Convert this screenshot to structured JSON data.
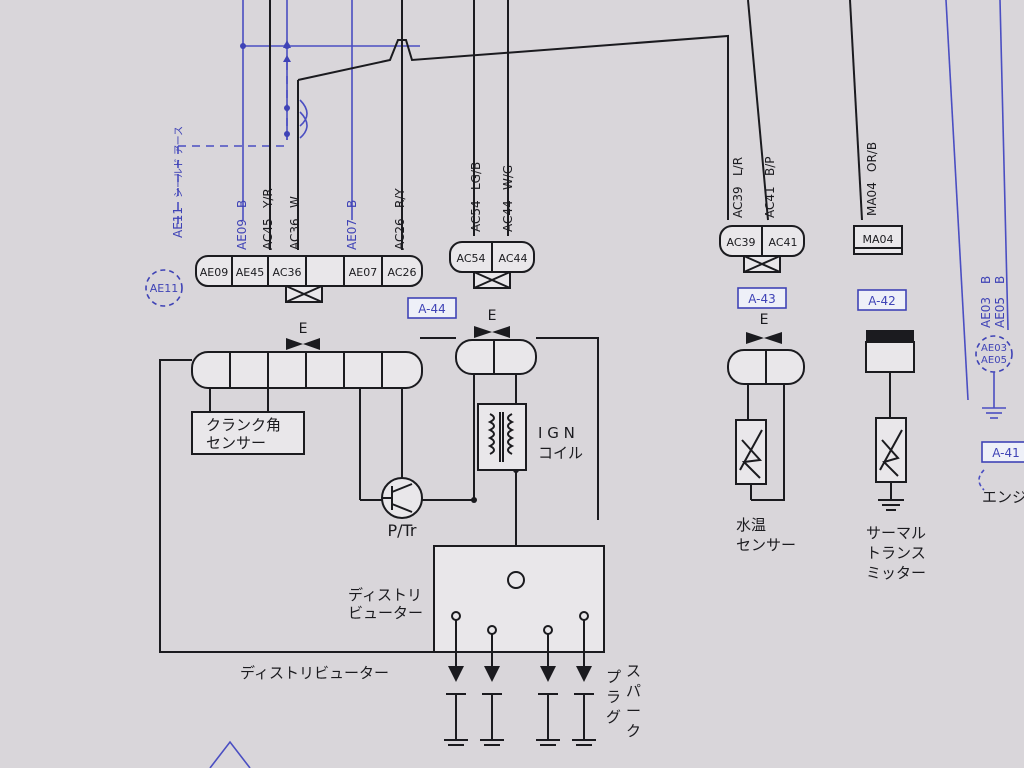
{
  "colors": {
    "ink": "#1b1b1f",
    "blue": "#3f43b6",
    "paper": "#d9d6da"
  },
  "connector_left": {
    "pins": [
      "AE09",
      "AE45",
      "AC36",
      "",
      "AE07",
      "AC26"
    ],
    "wires": [
      {
        "code": "AE09",
        "color": "B",
        "blue": true
      },
      {
        "code": "AC45",
        "color": "Y/R",
        "blue": false
      },
      {
        "code": "AC36",
        "color": "W",
        "blue": false
      },
      {
        "code": "AE07",
        "color": "B",
        "blue": true
      },
      {
        "code": "AC26",
        "color": "R/Y",
        "blue": false
      }
    ]
  },
  "connector_mid": {
    "pins": [
      "AC54",
      "AC44"
    ],
    "wires": [
      {
        "code": "AC54",
        "color": "LG/B"
      },
      {
        "code": "AC44",
        "color": "W/G"
      }
    ]
  },
  "connector_right": {
    "pins": [
      "AC39",
      "AC41"
    ],
    "wires": [
      {
        "code": "AC39",
        "color": "L/R"
      },
      {
        "code": "AC41",
        "color": "B/P"
      }
    ]
  },
  "connector_ma": {
    "pins": [
      "MA04"
    ],
    "wire": {
      "code": "MA04",
      "color": "OR/B"
    }
  },
  "shield": {
    "code": "AE11",
    "label": "シールド アース",
    "badge": "AE11"
  },
  "refs": [
    "A-44",
    "A-43",
    "A-42",
    "A-41"
  ],
  "e_label": "E",
  "right_edge": {
    "wires": [
      {
        "code": "AE03",
        "color": "B"
      },
      {
        "code": "AE05",
        "color": "B"
      }
    ],
    "badge_top": "AE03",
    "badge_bottom": "AE05",
    "partial_label": "エンジ"
  },
  "labels": {
    "crank": [
      "クランク角",
      "センサー"
    ],
    "ign": [
      "I G N",
      "コイル"
    ],
    "ptr": "P/Tr",
    "distributor": [
      "ディストリ",
      "ビューター"
    ],
    "distributor_bottom": "ディストリビューター",
    "spark_plug": [
      "プ",
      "ス",
      "ラ",
      "パ",
      "グ",
      "ー",
      "ク"
    ],
    "water_sensor": [
      "水温",
      "センサー"
    ],
    "thermal": [
      "サーマル",
      "トランス",
      "ミッター"
    ]
  }
}
